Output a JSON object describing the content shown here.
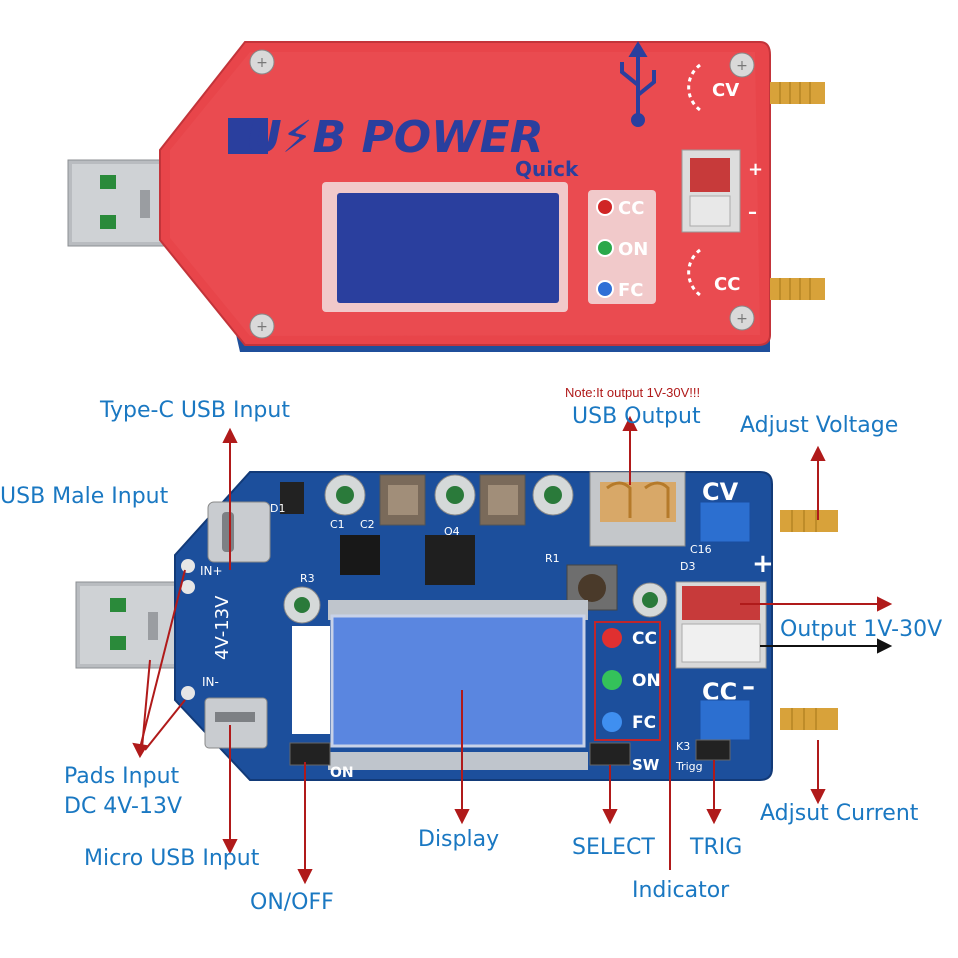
{
  "top_device": {
    "brand_text": "U⚡B POWER",
    "sub_brand": "Quick",
    "leds": [
      "CC",
      "ON",
      "FC"
    ],
    "knob_top": "CV",
    "knob_bottom": "CC",
    "plus": "+",
    "minus": "–"
  },
  "pcb": {
    "side_label": "4V-13V",
    "in_plus": "IN+",
    "in_minus": "IN-",
    "cv_label": "CV",
    "cc_label": "CC",
    "plus": "+",
    "minus": "–",
    "leds": [
      "CC",
      "ON",
      "FC"
    ],
    "on_text": "ON",
    "sw_text": "SW",
    "k3_text": "K3",
    "trigger_text": "Trigg",
    "comp_labels": {
      "d1": "D1",
      "c1": "C1",
      "c2": "C2",
      "q4": "Q4",
      "r3": "R3",
      "r1": "R1",
      "d3": "D3",
      "c16": "C16"
    }
  },
  "annotations": {
    "note": "Note:It output 1V-30V!!!",
    "usb_output": "USB Output",
    "adjust_voltage": "Adjust Voltage",
    "type_c": "Type-C USB Input",
    "usb_male": "USB Male Input",
    "output": "Output 1V-30V",
    "pads_line1": "Pads Input",
    "pads_line2": "DC 4V-13V",
    "micro_usb": "Micro USB Input",
    "display": "Display",
    "select": "SELECT",
    "trig": "TRIG",
    "adjust_current": "Adjsut Current",
    "indicator": "Indicator",
    "on_off": "ON/OFF"
  },
  "colors": {
    "case_red": "#e8454a",
    "pcb_blue": "#1c4f9c",
    "lcd_blue": "#2a3f9e",
    "label_blue": "#1a78c2",
    "arrow_red": "#b01a1a"
  }
}
